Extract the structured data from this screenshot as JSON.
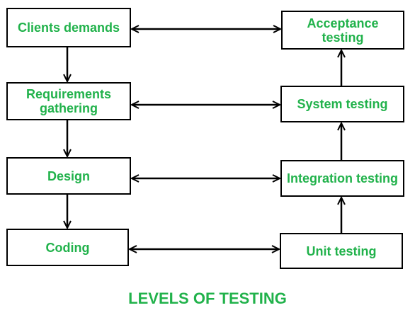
{
  "diagram": {
    "nodes": {
      "clients": "Clients demands",
      "requirements": "Requirements\ngathering",
      "design": "Design",
      "coding": "Coding",
      "acceptance": "Acceptance\ntesting",
      "system": "System testing",
      "integration": "Integration testing",
      "unit": "Unit testing"
    },
    "title": "LEVELS OF TESTING"
  },
  "colors": {
    "label_green": "#21b24b",
    "border": "#000000",
    "background": "#ffffff"
  },
  "edges": [
    {
      "from": "clients",
      "to": "requirements",
      "type": "directed"
    },
    {
      "from": "requirements",
      "to": "design",
      "type": "directed"
    },
    {
      "from": "design",
      "to": "coding",
      "type": "directed"
    },
    {
      "from": "unit",
      "to": "integration",
      "type": "directed"
    },
    {
      "from": "integration",
      "to": "system",
      "type": "directed"
    },
    {
      "from": "system",
      "to": "acceptance",
      "type": "directed"
    },
    {
      "from": "clients",
      "to": "acceptance",
      "type": "bidirectional"
    },
    {
      "from": "requirements",
      "to": "system",
      "type": "bidirectional"
    },
    {
      "from": "design",
      "to": "integration",
      "type": "bidirectional"
    },
    {
      "from": "coding",
      "to": "unit",
      "type": "bidirectional"
    }
  ]
}
